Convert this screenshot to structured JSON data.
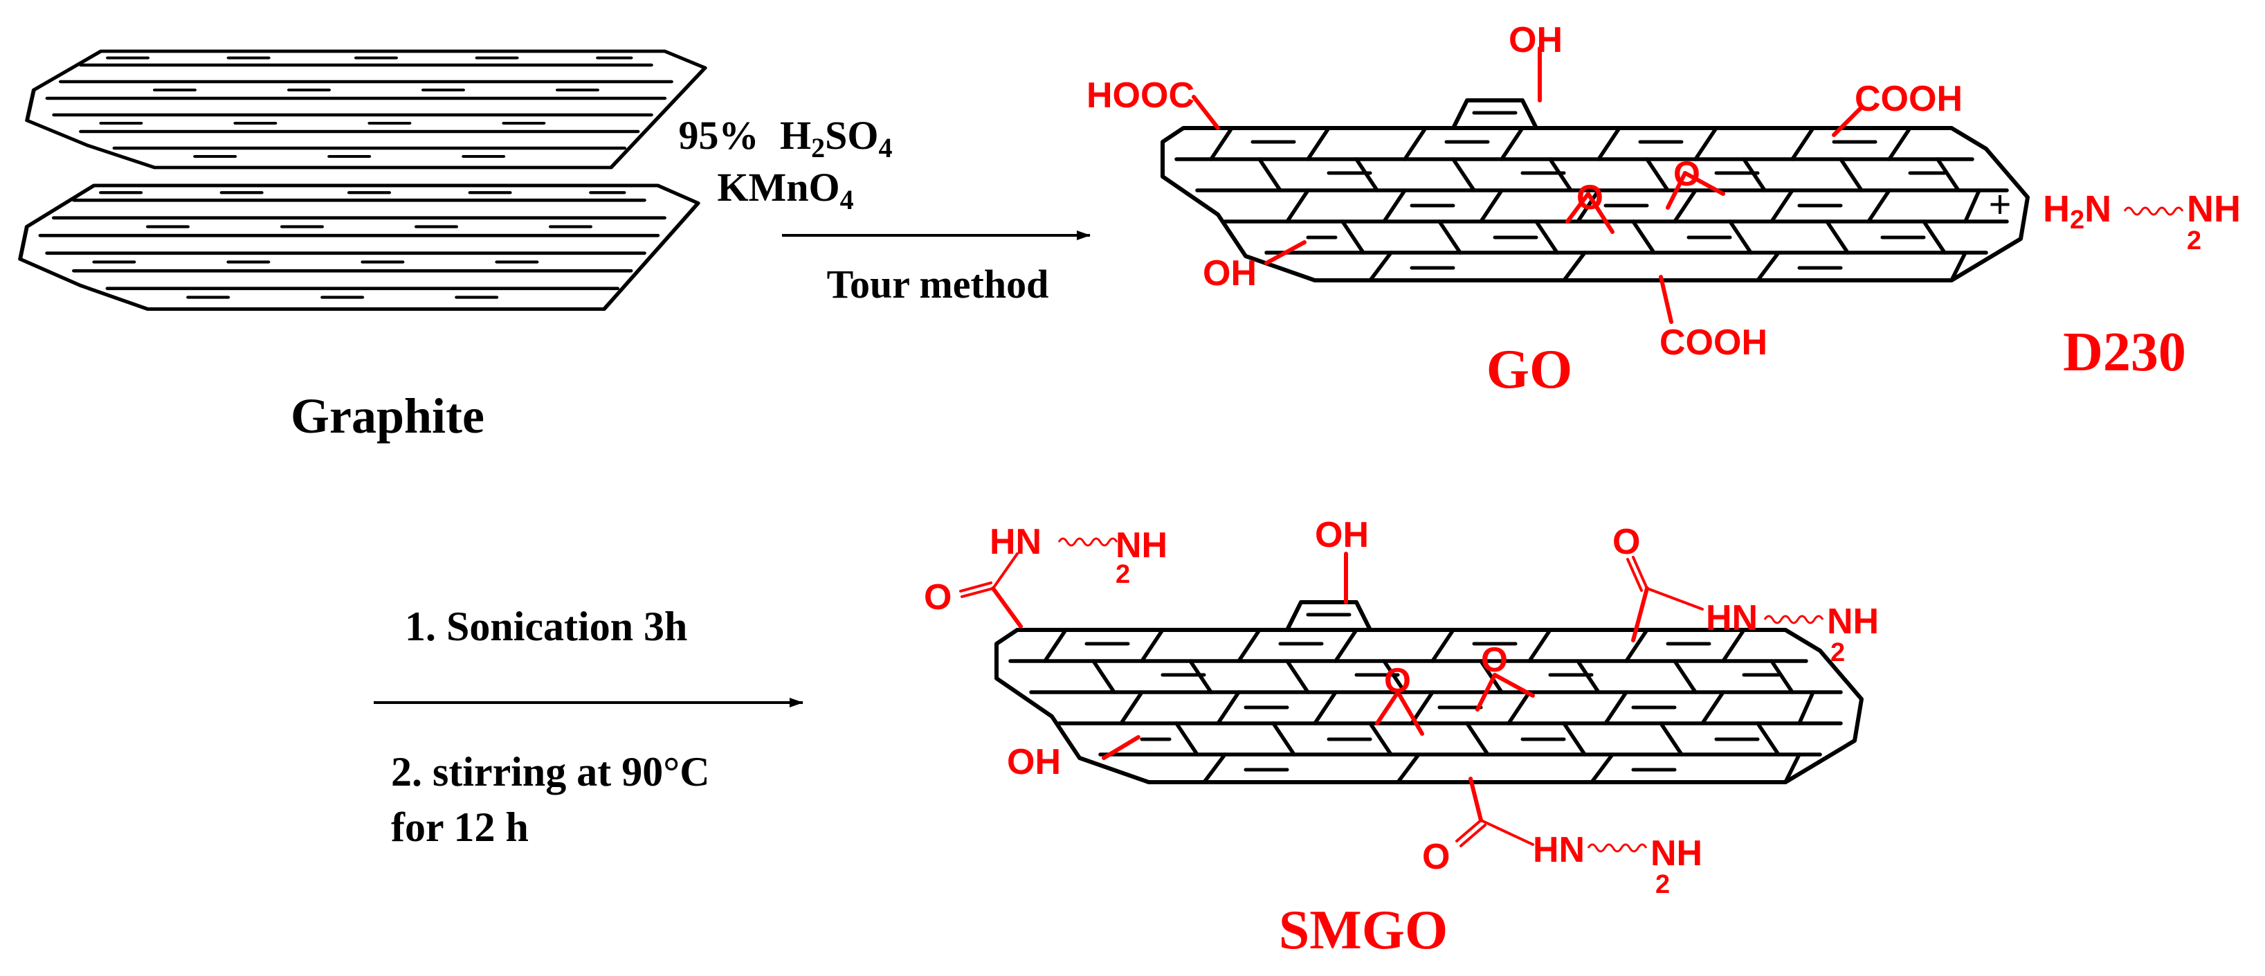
{
  "graphite": {
    "label": "Graphite"
  },
  "step1": {
    "reagent_pct": "95%",
    "acid_h": "H",
    "acid_h_sub": "2",
    "acid_so": "SO",
    "acid_so_sub": "4",
    "oxidant": "KMnO",
    "oxidant_sub": "4",
    "method": "Tour method"
  },
  "go": {
    "label": "GO",
    "groups": {
      "hooc": "HOOC",
      "oh_top": "OH",
      "cooh_right": "COOH",
      "oh_left": "OH",
      "cooh_bottom": "COOH",
      "epoxide_1": "O",
      "epoxide_2": "O"
    }
  },
  "plus": "+",
  "d230": {
    "label": "D230",
    "h": "H",
    "h_sub": "2",
    "n_left": "N",
    "nh": "NH",
    "nh_sub": "2"
  },
  "step2": {
    "line1": "1. Sonication 3h",
    "line2": "2. stirring at 90°C",
    "line3": "for 12 h"
  },
  "smgo": {
    "label": "SMGO",
    "groups": {
      "oh_top": "OH",
      "oh_left": "OH",
      "carbonyl_o": "O",
      "hn": "HN",
      "nh": "NH",
      "nh_sub": "2",
      "epoxide_1": "O",
      "epoxide_2": "O"
    }
  },
  "colors": {
    "product": "#ff0000",
    "structure": "#000000"
  }
}
